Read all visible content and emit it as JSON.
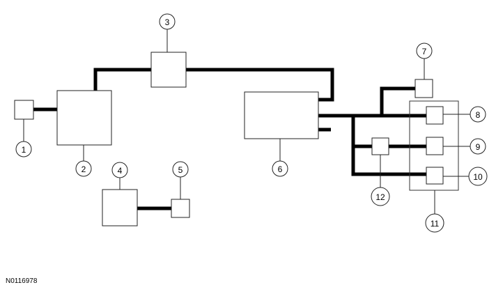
{
  "diagram": {
    "callouts": [
      "1",
      "2",
      "3",
      "4",
      "5",
      "6",
      "7",
      "8",
      "9",
      "10",
      "11",
      "12"
    ],
    "reference_code": "N0116978"
  },
  "colors": {
    "wire": "#000000",
    "outline": "#222222",
    "background": "#ffffff"
  }
}
